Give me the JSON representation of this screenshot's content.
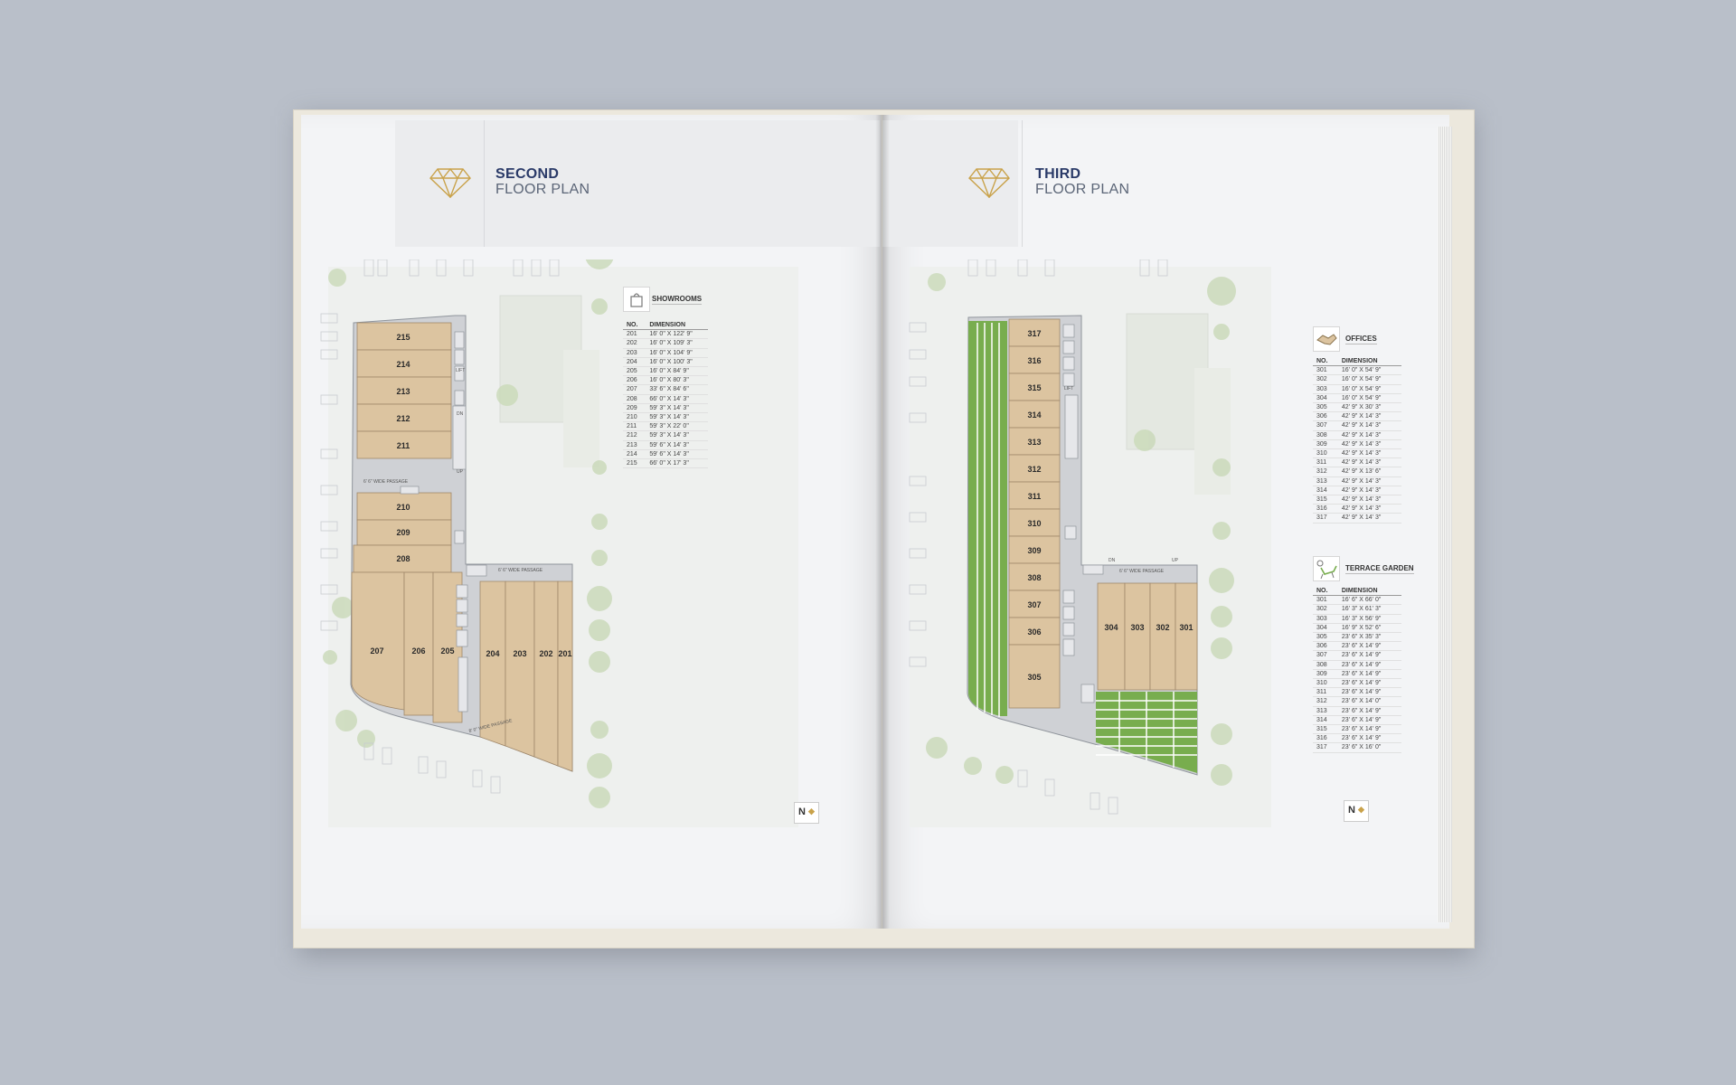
{
  "colors": {
    "background": "#b9bfc9",
    "unit_fill": "#dcc4a0",
    "unit_stroke": "#a0886a",
    "grass": "#78ad4e",
    "title_accent": "#2a3a68",
    "diamond_gold": "#c9a24a"
  },
  "left_page": {
    "title_line1": "SECOND",
    "title_line2": "FLOOR PLAN",
    "legend": {
      "icon": "shop-bag-icon",
      "category": "SHOWROOMS",
      "headers": [
        "NO.",
        "DIMENSION"
      ],
      "rows": [
        [
          "201",
          "16' 0\" X 122' 9\""
        ],
        [
          "202",
          "16' 0\" X 109' 3\""
        ],
        [
          "203",
          "16' 0\" X 104' 9\""
        ],
        [
          "204",
          "16' 0\" X 100' 3\""
        ],
        [
          "205",
          "16' 0\" X 84' 9\""
        ],
        [
          "206",
          "16' 0\" X 80' 3\""
        ],
        [
          "207",
          "33' 6\" X 84' 6\""
        ],
        [
          "208",
          "66' 0\" X 14' 3\""
        ],
        [
          "209",
          "59' 3\" X 14' 3\""
        ],
        [
          "210",
          "59' 3\" X 14' 3\""
        ],
        [
          "211",
          "59' 3\" X 22' 0\""
        ],
        [
          "212",
          "59' 3\" X 14' 3\""
        ],
        [
          "213",
          "59' 6\" X 14' 3\""
        ],
        [
          "214",
          "59' 6\" X 14' 3\""
        ],
        [
          "215",
          "66' 0\" X 17' 3\""
        ]
      ]
    },
    "units": [
      "215",
      "214",
      "213",
      "212",
      "211",
      "210",
      "209",
      "208",
      "207",
      "206",
      "205",
      "204",
      "203",
      "202",
      "201"
    ],
    "labels": {
      "lift": "LIFT",
      "dn": "DN",
      "up": "UP",
      "passage_6": "6' 6\" WIDE PASSAGE",
      "passage_8": "8' 0\" WIDE PASSAGE"
    },
    "north": "N"
  },
  "right_page": {
    "title_line1": "THIRD",
    "title_line2": "FLOOR PLAN",
    "legend_offices": {
      "icon": "handshake-icon",
      "category": "OFFICES",
      "headers": [
        "NO.",
        "DIMENSION"
      ],
      "rows": [
        [
          "301",
          "16' 0\" X 54' 9\""
        ],
        [
          "302",
          "16' 0\" X 54' 9\""
        ],
        [
          "303",
          "16' 0\" X 54' 9\""
        ],
        [
          "304",
          "16' 0\" X 54' 9\""
        ],
        [
          "305",
          "42' 9\" X 30' 3\""
        ],
        [
          "306",
          "42' 9\" X 14' 3\""
        ],
        [
          "307",
          "42' 9\" X 14' 3\""
        ],
        [
          "308",
          "42' 9\" X 14' 3\""
        ],
        [
          "309",
          "42' 9\" X 14' 3\""
        ],
        [
          "310",
          "42' 9\" X 14' 3\""
        ],
        [
          "311",
          "42' 9\" X 14' 3\""
        ],
        [
          "312",
          "42' 9\" X 13' 6\""
        ],
        [
          "313",
          "42' 9\" X 14' 3\""
        ],
        [
          "314",
          "42' 9\" X 14' 3\""
        ],
        [
          "315",
          "42' 9\" X 14' 3\""
        ],
        [
          "316",
          "42' 9\" X 14' 3\""
        ],
        [
          "317",
          "42' 9\" X 14' 3\""
        ]
      ]
    },
    "legend_terrace": {
      "icon": "lounge-chair-icon",
      "category": "TERRACE GARDEN",
      "headers": [
        "NO.",
        "DIMENSION"
      ],
      "rows": [
        [
          "301",
          "16' 6\" X 66' 0\""
        ],
        [
          "302",
          "16' 3\" X 61' 3\""
        ],
        [
          "303",
          "16' 3\" X 56' 9\""
        ],
        [
          "304",
          "16' 9\" X 52' 6\""
        ],
        [
          "305",
          "23' 6\" X 35' 3\""
        ],
        [
          "306",
          "23' 6\" X 14' 9\""
        ],
        [
          "307",
          "23' 6\" X 14' 9\""
        ],
        [
          "308",
          "23' 6\" X 14' 9\""
        ],
        [
          "309",
          "23' 6\" X 14' 9\""
        ],
        [
          "310",
          "23' 6\" X 14' 9\""
        ],
        [
          "311",
          "23' 6\" X 14' 9\""
        ],
        [
          "312",
          "23' 6\" X 14' 0\""
        ],
        [
          "313",
          "23' 6\" X 14' 9\""
        ],
        [
          "314",
          "23' 6\" X 14' 9\""
        ],
        [
          "315",
          "23' 6\" X 14' 9\""
        ],
        [
          "316",
          "23' 6\" X 14' 9\""
        ],
        [
          "317",
          "23' 6\" X 16' 0\""
        ]
      ]
    },
    "units": [
      "317",
      "316",
      "315",
      "314",
      "313",
      "312",
      "311",
      "310",
      "309",
      "308",
      "307",
      "306",
      "305",
      "304",
      "303",
      "302",
      "301"
    ],
    "labels": {
      "lift": "LIFT",
      "dn": "DN",
      "up": "UP",
      "passage_6": "6' 6\" WIDE PASSAGE"
    },
    "north": "N"
  }
}
